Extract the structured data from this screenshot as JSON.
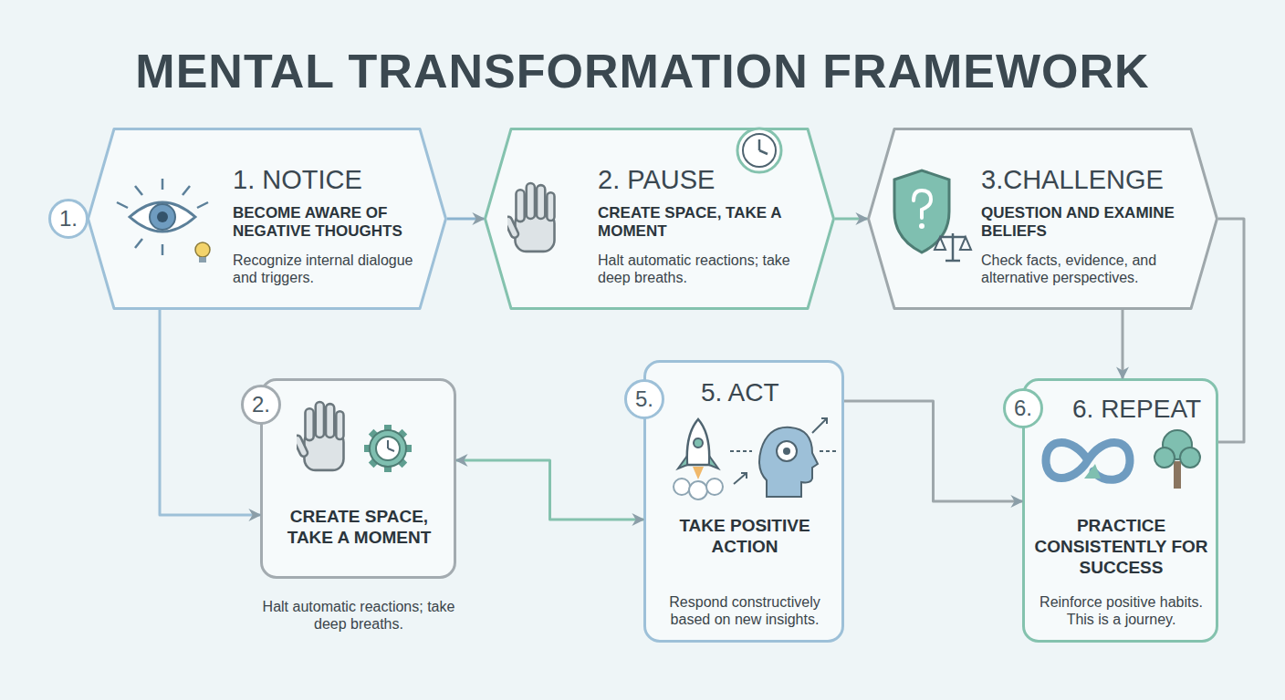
{
  "diagram": {
    "title": "MENTAL TRANSFORMATION FRAMEWORK",
    "nodes": [
      {
        "text": [
          "1. NOTICE",
          "BECOME AWARE OF NEGATIVE THOUGHTS",
          "Recognize internal dialogue and triggers."
        ]
      },
      {
        "text": [
          "1."
        ],
        "in": 0
      },
      {
        "text": [
          "2. PAUSE",
          "CREATE SPACE, TAKE A MOMENT",
          "Halt automatic reactions; take deep breaths."
        ]
      },
      {
        "text": [
          "3.CHALLENGE",
          "QUESTION AND EXAMINE BELIEFS",
          "Check facts, evidence, and alternative perspectives."
        ]
      },
      {
        "text": [
          "CREATE SPACE, TAKE A MOMENT",
          "Halt automatic reactions; take deep breaths."
        ]
      },
      {
        "text": [
          "2."
        ],
        "in": 4
      },
      {
        "text": [
          "5. ACT",
          "TAKE POSITIVE ACTION",
          "Respond constructively based on new insights."
        ]
      },
      {
        "text": [
          "5."
        ],
        "in": 6
      },
      {
        "text": [
          "6. REPEAT",
          "PRACTICE CONSISTENTLY FOR SUCCESS",
          "Reinforce positive habits. This is a journey."
        ]
      },
      {
        "text": [
          "6."
        ],
        "in": 8
      }
    ],
    "edges": [
      {
        "from": 0,
        "to": 2,
        "arrow": "to"
      },
      {
        "from": 2,
        "to": 3,
        "arrow": "to"
      },
      {
        "from": 3,
        "to": 8,
        "arrow": "to"
      },
      {
        "from": 0,
        "to": 4,
        "arrow": "to"
      },
      {
        "from": 4,
        "to": 6,
        "arrow": "both"
      },
      {
        "from": 6,
        "to": 8,
        "arrow": "to"
      },
      {
        "from": 8,
        "to": 3,
        "arrow": "none"
      }
    ]
  }
}
